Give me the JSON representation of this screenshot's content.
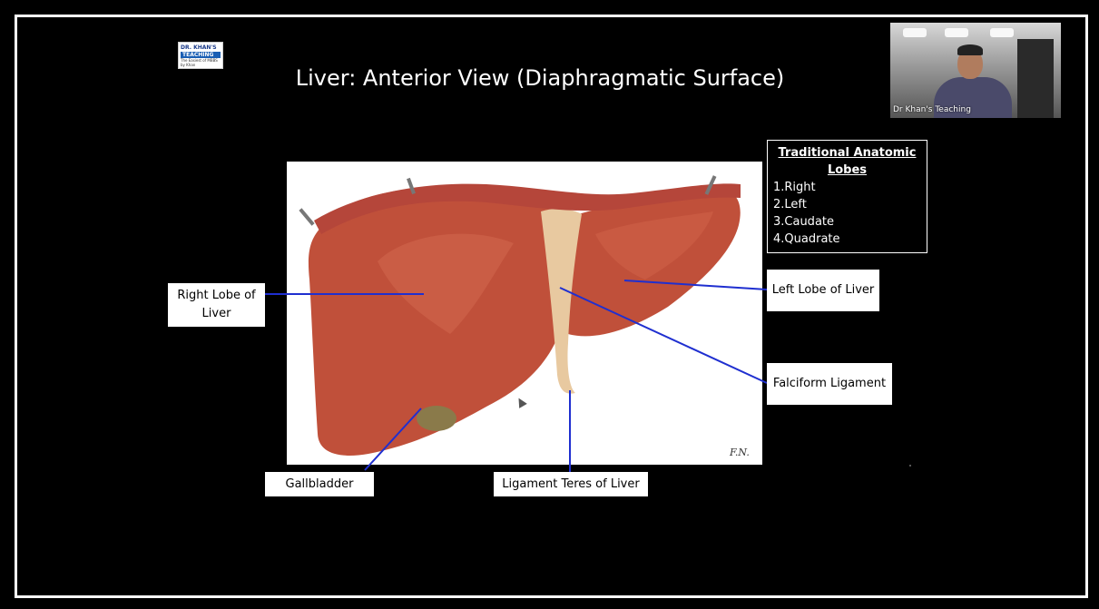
{
  "slide": {
    "title": "Liver: Anterior View (Diaphragmatic Surface)"
  },
  "logo": {
    "top_text": "DR. KHAN'S",
    "main_text": "TEACHING",
    "sub_text": "The Easiest of MBBS by Khan"
  },
  "webcam": {
    "label": "Dr Khan's Teaching"
  },
  "lobes_box": {
    "title": "Traditional  Anatomic Lobes",
    "items": [
      "1.Right",
      "2.Left",
      "3.Caudate",
      "4.Quadrate"
    ]
  },
  "labels": {
    "right_lobe": "Right Lobe of Liver",
    "left_lobe": "Left Lobe of Liver",
    "falciform": "Falciform Ligament",
    "gallbladder": "Gallbladder",
    "ligament_teres": "Ligament Teres of Liver"
  },
  "colors": {
    "pointer_line": "#1f2fd0",
    "liver": "#c0503a",
    "ligament": "#e8c9a0"
  }
}
